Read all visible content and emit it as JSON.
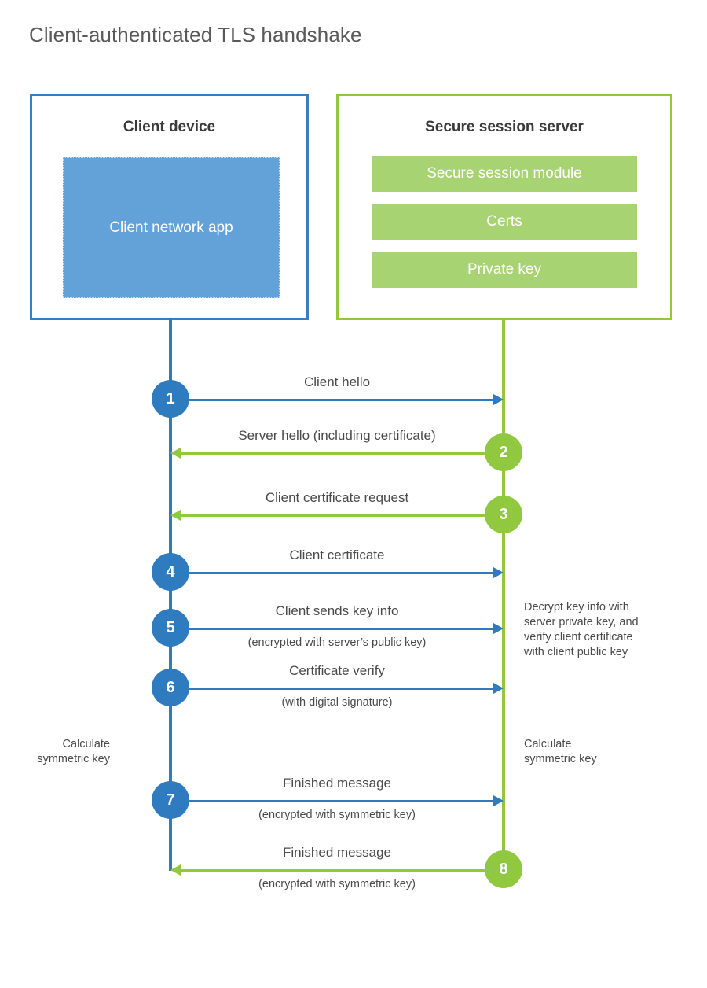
{
  "title": "Client-authenticated TLS handshake",
  "parties": {
    "client": {
      "title": "Client device",
      "app_label": "Client network\napp",
      "color": "#3b7cc4",
      "fill": "#63a2d8"
    },
    "server": {
      "title": "Secure session server",
      "color": "#90c83f",
      "module_fill": "#a8d373",
      "modules": [
        {
          "label": "Secure session module"
        },
        {
          "label": "Certs"
        },
        {
          "label": "Private key"
        }
      ]
    }
  },
  "colors": {
    "blue": "#2e7cbf",
    "green": "#90c83f",
    "text": "#4a4a4a"
  },
  "messages": [
    {
      "step": "1",
      "label": "Client hello",
      "sublabel": "",
      "direction": "client-to-server",
      "badge_color": "blue"
    },
    {
      "step": "2",
      "label": "Server hello (including certificate)",
      "sublabel": "",
      "direction": "server-to-client",
      "badge_color": "green"
    },
    {
      "step": "3",
      "label": "Client certificate request",
      "sublabel": "",
      "direction": "server-to-client",
      "badge_color": "green"
    },
    {
      "step": "4",
      "label": "Client certificate",
      "sublabel": "",
      "direction": "client-to-server",
      "badge_color": "blue"
    },
    {
      "step": "5",
      "label": "Client sends key info",
      "sublabel": "(encrypted with server’s public key)",
      "direction": "client-to-server",
      "badge_color": "blue"
    },
    {
      "step": "6",
      "label": "Certificate verify",
      "sublabel": "(with digital signature)",
      "direction": "client-to-server",
      "badge_color": "blue"
    },
    {
      "step": "7",
      "label": "Finished message",
      "sublabel": "(encrypted with symmetric key)",
      "direction": "client-to-server",
      "badge_color": "blue"
    },
    {
      "step": "8",
      "label": "Finished message",
      "sublabel": "(encrypted with symmetric key)",
      "direction": "server-to-client",
      "badge_color": "green"
    }
  ],
  "notes": {
    "server_decrypt": "Decrypt key info with\nserver private key, and\nverify client certificate\nwith client public key",
    "client_calculate": "Calculate\nsymmetric key",
    "server_calculate": "Calculate\nsymmetric key"
  }
}
